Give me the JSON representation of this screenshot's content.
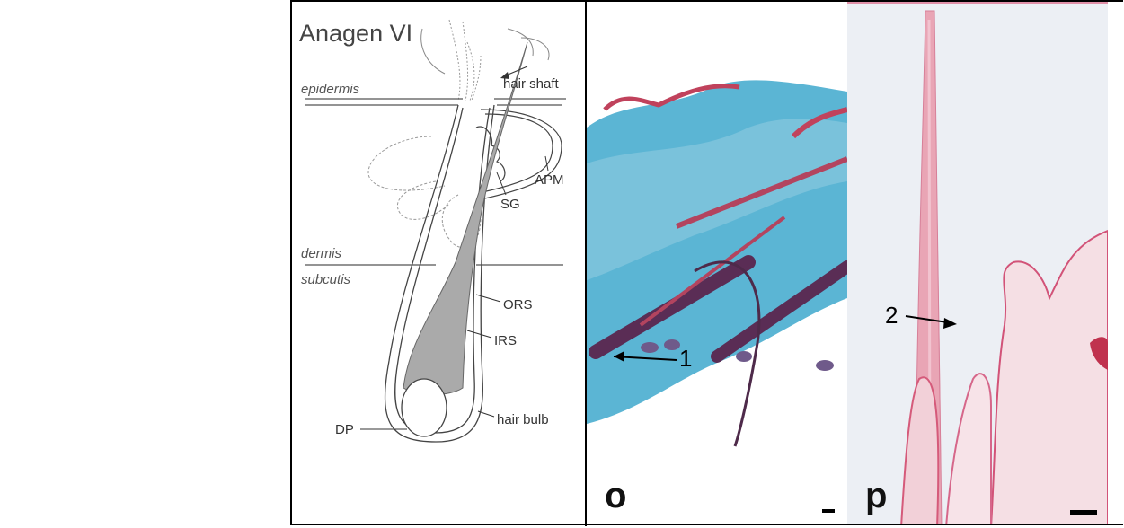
{
  "diagram": {
    "title": "Anagen VI",
    "labels": {
      "epidermis": "epidermis",
      "dermis": "dermis",
      "subcutis": "subcutis",
      "hair_shaft": "hair shaft",
      "apm": "APM",
      "sg": "SG",
      "ors": "ORS",
      "irs": "IRS",
      "dp": "DP",
      "hair_bulb": "hair bulb"
    }
  },
  "micrograph_o": {
    "panel_letter": "o",
    "marker": "1"
  },
  "micrograph_p": {
    "panel_letter": "p",
    "marker": "2"
  }
}
